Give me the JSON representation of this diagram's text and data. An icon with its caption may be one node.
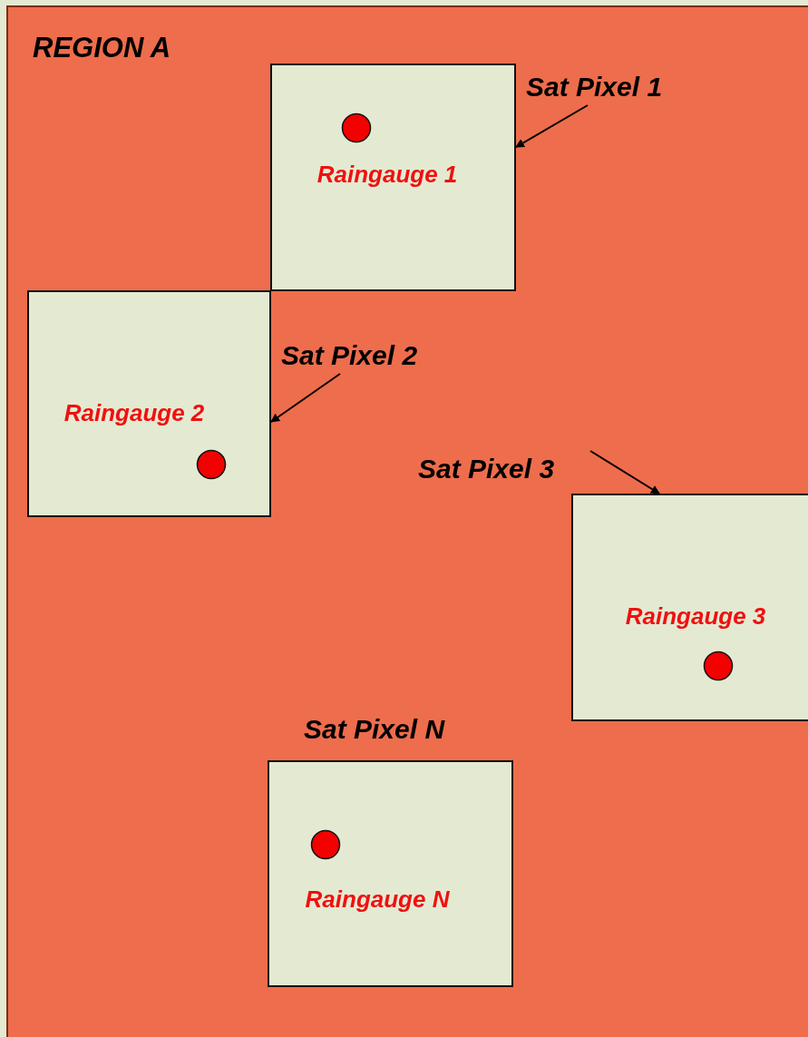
{
  "diagram": {
    "nodes": [
      {
        "text": [
          "REGION A"
        ]
      },
      {
        "text": [
          "Sat Pixel 1"
        ],
        "in": 0
      },
      {
        "text": [
          "Raingauge 1"
        ],
        "in": 0
      },
      {
        "text": [
          "Raingauge 2"
        ],
        "in": 0
      },
      {
        "text": [
          "Sat Pixel 2"
        ],
        "in": 0
      },
      {
        "text": [
          "Sat Pixel 3"
        ],
        "in": 0
      },
      {
        "text": [
          "Raingauge 3"
        ],
        "in": 0
      },
      {
        "text": [
          "Sat Pixel N",
          "Raingauge N"
        ],
        "in": 0
      }
    ],
    "edges": [
      {
        "from": 1,
        "to": 2,
        "arrow": "to"
      },
      {
        "from": 4,
        "to": 3,
        "arrow": "to"
      },
      {
        "from": 5,
        "to": 6,
        "arrow": "to"
      }
    ]
  }
}
